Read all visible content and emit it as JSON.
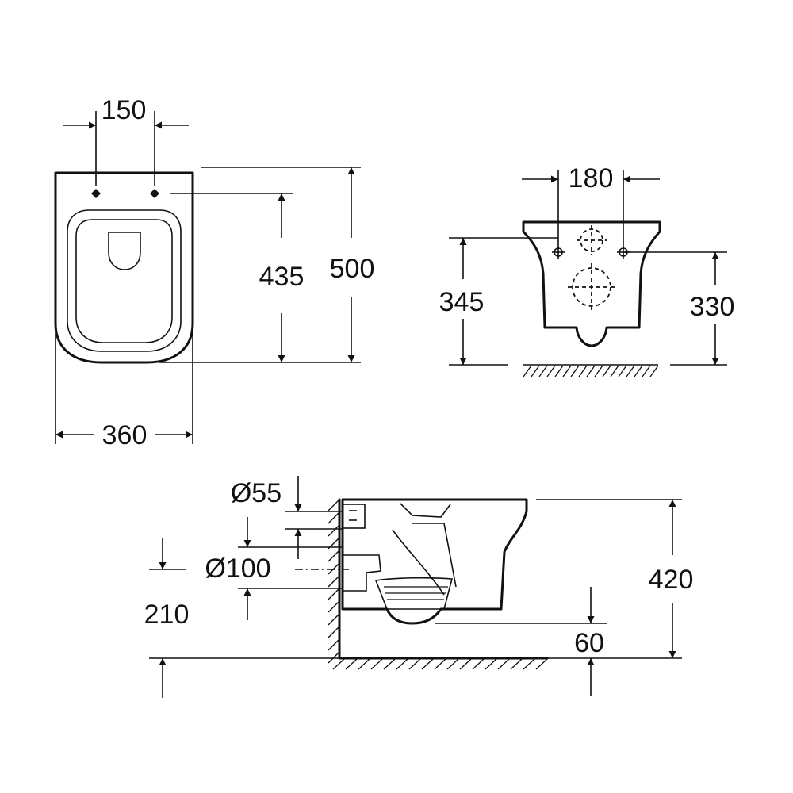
{
  "top_view": {
    "bolt_spacing": "150",
    "depth_to_bolts": "435",
    "overall_depth": "500",
    "width": "360"
  },
  "front_view": {
    "bolt_spacing": "180",
    "bolt_height": "345",
    "outlet_height": "330"
  },
  "side_view": {
    "inlet_diameter": "Ø55",
    "outlet_diameter": "Ø100",
    "outlet_axis_height": "210",
    "overall_height": "420",
    "bowl_clearance": "60"
  }
}
